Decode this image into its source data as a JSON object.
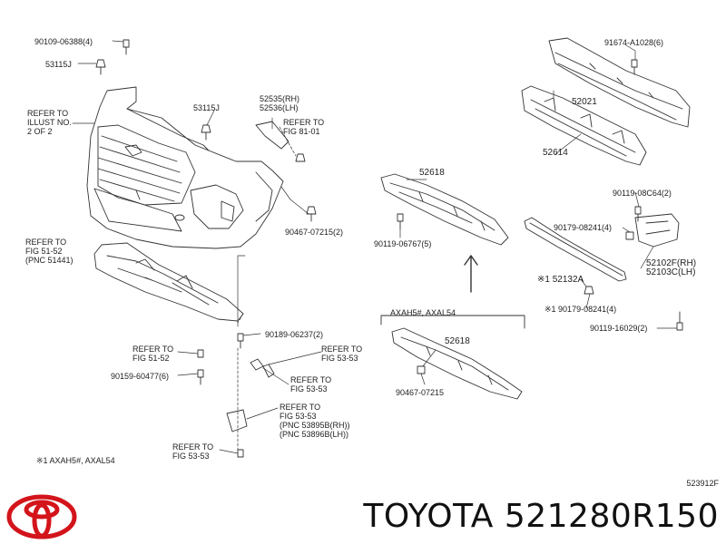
{
  "parts": {
    "bolt_top": "90109-06388(4)",
    "clip_top": "53115J",
    "refer_illust": [
      "REFER TO",
      "ILLUST NO.",
      "2 OF 2"
    ],
    "clip_mid": "53115J",
    "bracket_rh": "52535(RH)",
    "bracket_lh": "52536(LH)",
    "refer_fig81": [
      "REFER TO",
      "FIG 81-01"
    ],
    "refer_fig51_top": [
      "REFER TO",
      "FIG 51-52",
      "(PNC 51441)"
    ],
    "screw_grille": "90467-07215(2)",
    "bolt_reinf_top": "91674-A1028(6)",
    "reinforcement": "52021",
    "absorber": "52614",
    "lower_guard_top": "52618",
    "bolt_guard": "90119-06767(5)",
    "bolt_right_a": "90119-08C64(2)",
    "bolt_right_b": "90179-08241(4)",
    "bracket_right_rh": "52102F(RH)",
    "bracket_right_lh": "52103C(LH)",
    "brace": "※1 52132A",
    "bolt_right_c": "※1 90179-08241(4)",
    "bolt_right_d": "90119-16029(2)",
    "screw_lower": "90189-06237(2)",
    "refer_fig51_52": [
      "REFER TO",
      "FIG 51-52"
    ],
    "refer_fig53_53_a": [
      "REFER TO",
      "FIG 53-53"
    ],
    "bolt_lower_left": "90159-60477(6)",
    "refer_fig53_53_b": [
      "REFER TO",
      "FIG 53-53"
    ],
    "refer_fig53_53_c": [
      "REFER TO",
      "FIG 53-53",
      "(PNC 53895B(RH))",
      "(PNC 53896B(LH))"
    ],
    "refer_fig53_53_d": [
      "REFER TO",
      "FIG 53-53"
    ],
    "variant_box": "AXAH5#, AXAL54",
    "lower_guard_bottom": "52618",
    "screw_bottom": "90467-07215"
  },
  "footnote": "※1 AXAH5#, AXAL54",
  "diagram_code": "523912F",
  "footer": {
    "title": "TOYOTA 521280R150",
    "logo_color": "#d3141b"
  }
}
